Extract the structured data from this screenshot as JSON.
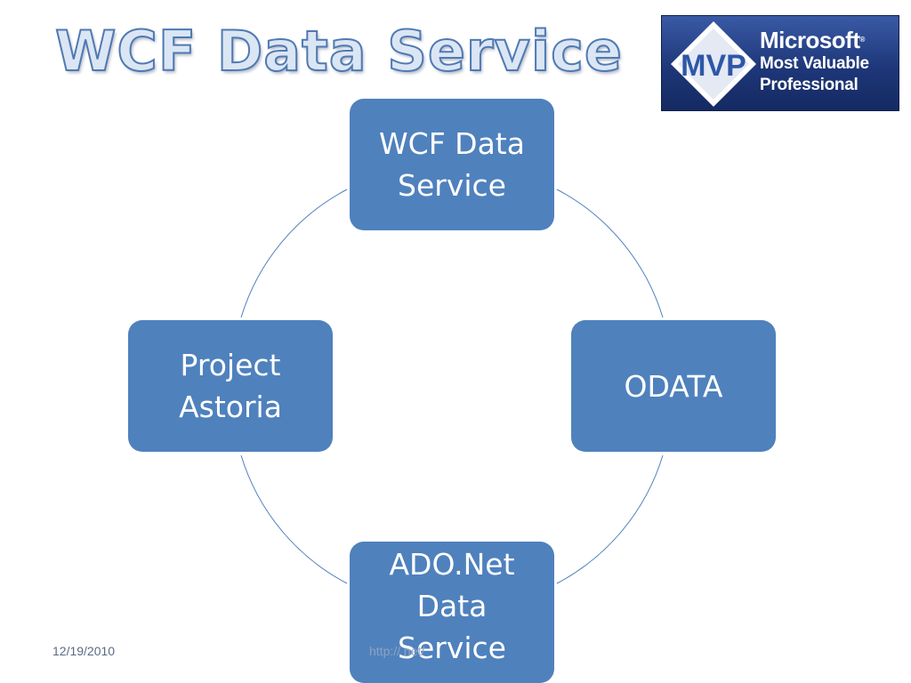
{
  "slide": {
    "title": "WCF Data Service",
    "logo": {
      "badge": "MVP",
      "line1": "Microsoft",
      "registered": "®",
      "line2": "Most Valuable",
      "line3": "Professional"
    },
    "cycle_nodes": [
      {
        "label": "WCF Data Service"
      },
      {
        "label": "ODATA"
      },
      {
        "label": "ADO.Net Data Service"
      },
      {
        "label": "Project Astoria"
      }
    ],
    "footer": {
      "date": "12/19/2010",
      "url": "http://         net/"
    }
  },
  "colors": {
    "node_fill": "#4f81bd",
    "ring_stroke": "#4f81bd",
    "title_fill": "#dbe6f4",
    "title_outline": "#4f79b3",
    "logo_bg": "#1e3779"
  }
}
